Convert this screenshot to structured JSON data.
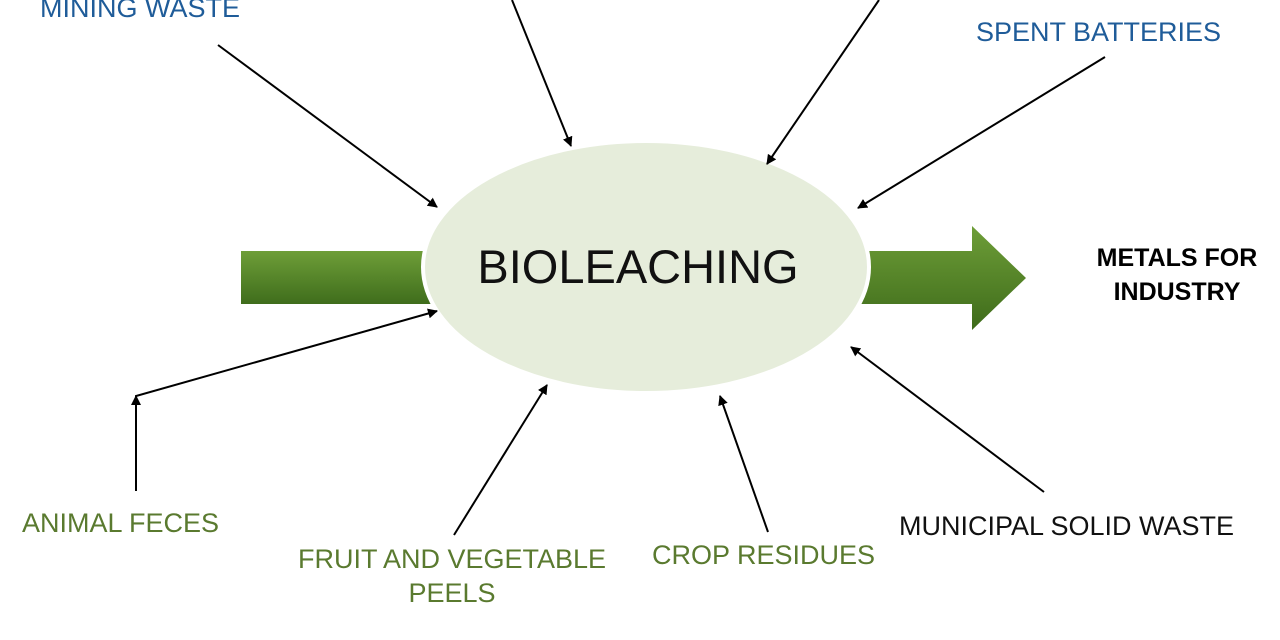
{
  "diagram": {
    "center": "BIOLEACHING",
    "output": [
      "METALS FOR",
      "INDUSTRY"
    ],
    "inputs": {
      "mining_waste": "MINING WASTE",
      "spent_batteries": "SPENT BATTERIES",
      "animal_feces": "ANIMAL FECES",
      "fruit_veg": [
        "FRUIT AND VEGETABLE",
        "PEELS"
      ],
      "crop_residues": "CROP RESIDUES",
      "municipal": "MUNICIPAL SOLID WASTE"
    },
    "colors": {
      "blue_text": "#1f5c99",
      "green_text": "#5a7a2f",
      "ellipse_fill": "#e6eddb",
      "arrow_green_light": "#6a9a35",
      "arrow_green_dark": "#3e6b1a"
    }
  }
}
